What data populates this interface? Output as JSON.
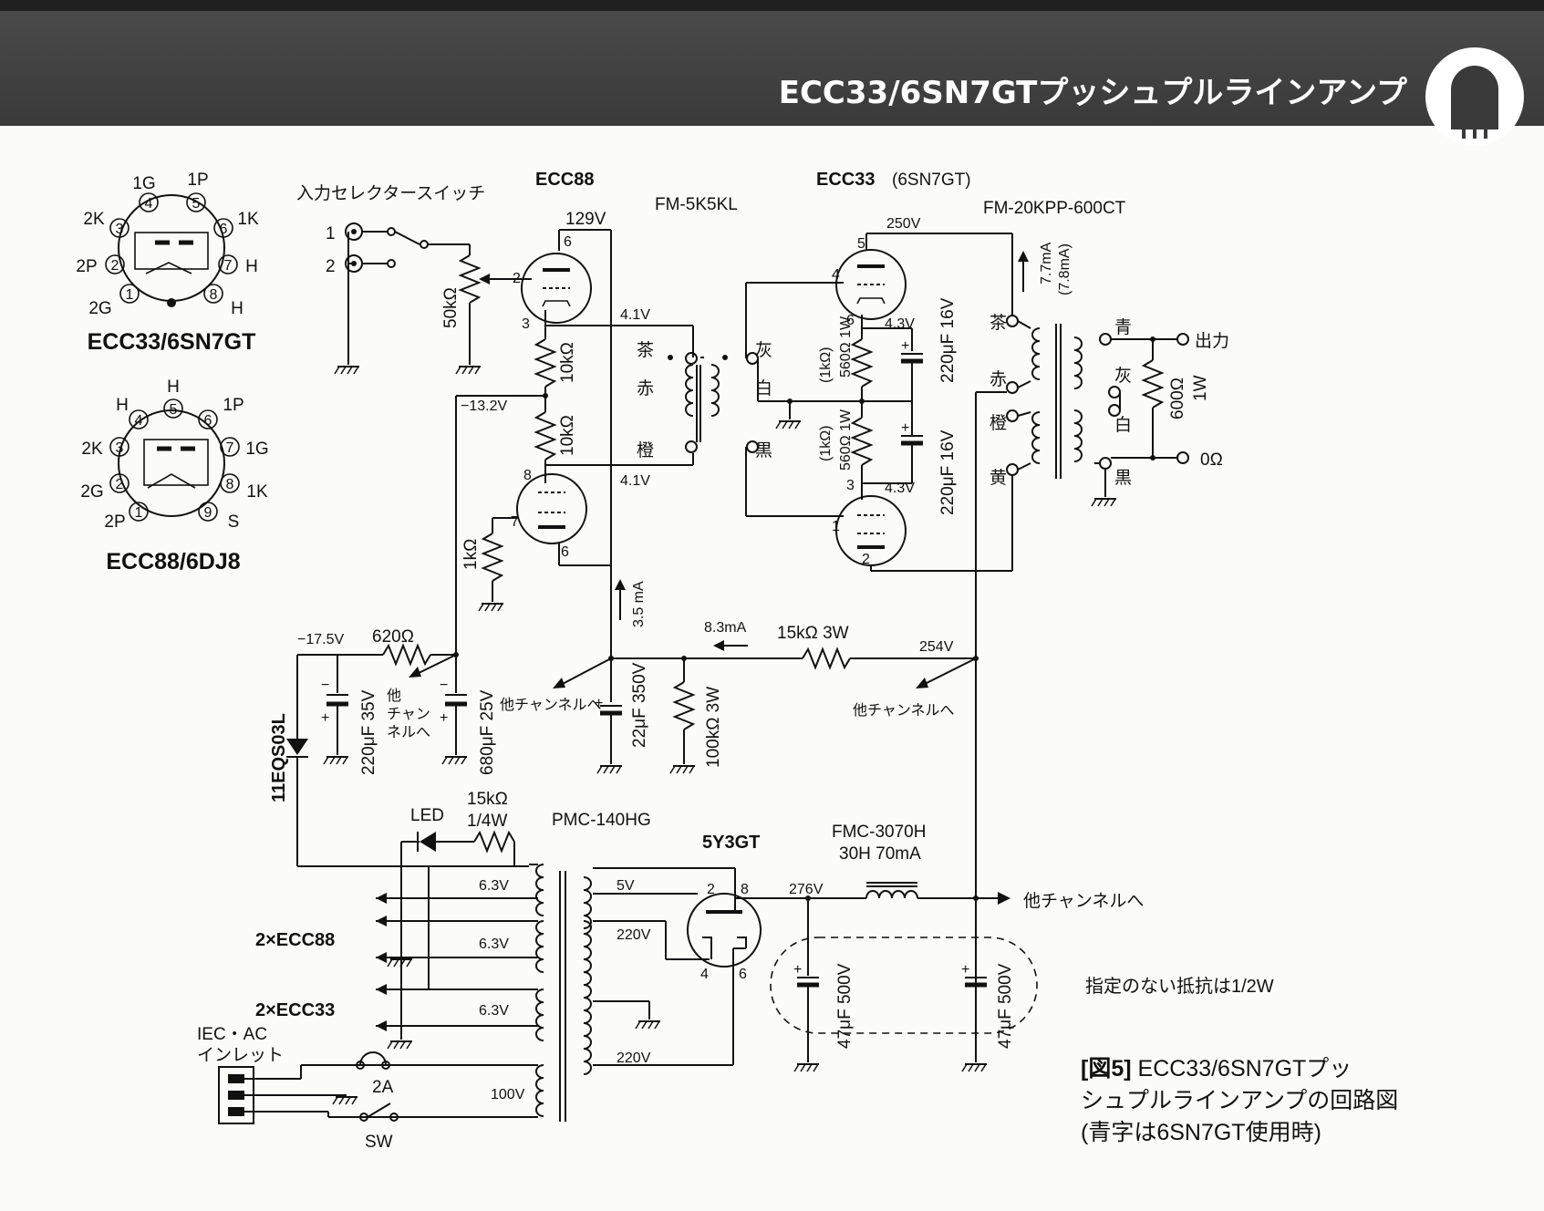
{
  "header": {
    "title": "ECC33/6SN7GTプッシュプルラインアンプ"
  },
  "pinouts": {
    "ecc33": {
      "name": "ECC33/6SN7GT",
      "pins": [
        "1G",
        "1P",
        "2K",
        "1K",
        "2P",
        "H",
        "2G",
        "H"
      ]
    },
    "ecc88": {
      "name": "ECC88/6DJ8",
      "pins": [
        "H",
        "H",
        "1P",
        "2K",
        "1G",
        "2G",
        "1K",
        "2P",
        "S"
      ]
    }
  },
  "schematic": {
    "input_selector": "入力セレクタースイッチ",
    "input_1": "1",
    "input_2": "2",
    "volume": "50kΩ",
    "ecc88_label": "ECC88",
    "v129": "129V",
    "fm5k5kl": "FM-5K5KL",
    "ecc33_label": "ECC33",
    "ecc33_alt": "(6SN7GT)",
    "v250": "250V",
    "fm20kpp": "FM-20KPP-600CT",
    "v41a": "4.1V",
    "v41b": "4.1V",
    "r10k_a": "10kΩ",
    "r10k_b": "10kΩ",
    "neg132": "−13.2V",
    "pin2": "2",
    "pin3": "3",
    "pin8": "8",
    "pin7": "7",
    "pin6": "6",
    "r1k": "1kΩ",
    "t1_brown": "茶",
    "t1_red": "赤",
    "t1_orange": "橙",
    "t1_gray": "灰",
    "t1_white": "白",
    "t1_black": "黒",
    "p4": "4",
    "p5": "5",
    "p6": "6",
    "p3": "3",
    "p1": "1",
    "p2": "2",
    "v43a": "4.3V",
    "v43b": "4.3V",
    "rk1": "560Ω 1W",
    "rk1_alt": "(1kΩ)",
    "rk2": "560Ω 1W",
    "rk2_alt": "(1kΩ)",
    "ck1": "220μF 16V",
    "ck2": "220μF 16V",
    "i_77": "7.7mA",
    "i_78": "(7.8mA)",
    "t2_brown": "茶",
    "t2_red": "赤",
    "t2_orange": "橙",
    "t2_yellow": "黄",
    "t2_blue": "青",
    "t2_gray": "灰",
    "t2_white": "白",
    "t2_black": "黒",
    "out": "出力",
    "zero": "0Ω",
    "r600": "600Ω",
    "r600w": "1W",
    "i35": "3.5 mA",
    "i83": "8.3mA",
    "r15k3w": "15kΩ 3W",
    "v254": "254V",
    "other_ch_1": "他チャンネルへ",
    "other_ch_2": "他チャンネルへ",
    "other_ch_3": "他チャンネルへ",
    "other_ch_v": [
      "他",
      "チャン",
      "ネルへ"
    ],
    "c22": "22μF 350V",
    "r100k": "100kΩ 3W",
    "neg175": "−17.5V",
    "r620": "620Ω",
    "c220_35": "220μF 35V",
    "c680": "680μF 25V",
    "diode": "11EQS03L",
    "led": "LED",
    "r15k": "15kΩ",
    "r15k_w": "1/4W",
    "pmc": "PMC-140HG",
    "rect": "5Y3GT",
    "fmc": "FMC-3070H",
    "fmc_spec": "30H 70mA",
    "v276": "276V",
    "h1": "6.3V",
    "h2": "6.3V",
    "h3": "6.3V",
    "v5": "5V",
    "v220a": "220V",
    "v220b": "220V",
    "v100": "100V",
    "ecc88x2": "2×ECC88",
    "ecc33x2": "2×ECC33",
    "iec": "IEC・AC",
    "inlet": "インレット",
    "fuse": "2A",
    "sw": "SW",
    "c47a": "47μF 500V",
    "c47b": "47μF 500V",
    "rp2": "2",
    "rp8": "8",
    "rp4": "4",
    "rp6": "6"
  },
  "notes": {
    "resistor_note": "指定のない抵抗は1/2W",
    "caption_fig": "[図5]",
    "caption_line1": "ECC33/6SN7GTプッ",
    "caption_line2": "シュプルラインアンプの回路図",
    "caption_line3": "(青字は6SN7GT使用時)"
  }
}
